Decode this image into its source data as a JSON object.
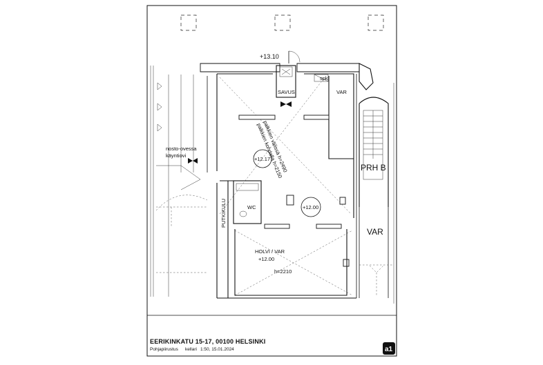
{
  "title_block": {
    "address": "EERIKINKATU 15-17, 00100 HELSINKI",
    "drawing": "Pohjapiirustus",
    "floor": "kellari",
    "scale": "1:50, 15.01.2024",
    "logo_text": "a1"
  },
  "labels": {
    "level_entrance": "+13.10",
    "spk": "spk",
    "savus": "SAVUS",
    "var_top": "VAR",
    "nosto_line1": "nosto-ovessa",
    "nosto_line2": "käyntiovi",
    "beam_line1": "palkkien kohdalla h=2150",
    "beam_line2": "palkkien välissä h=2490",
    "level_main": "+12.17",
    "prh_b": "PRH B",
    "wc": "WC",
    "level_small": "+12.00",
    "putkikulu": "PUTKIKULU",
    "var_right": "VAR",
    "holvi": "HOLVI / VAR",
    "holvi_level": "+12.00",
    "holvi_height": "h=2210"
  }
}
